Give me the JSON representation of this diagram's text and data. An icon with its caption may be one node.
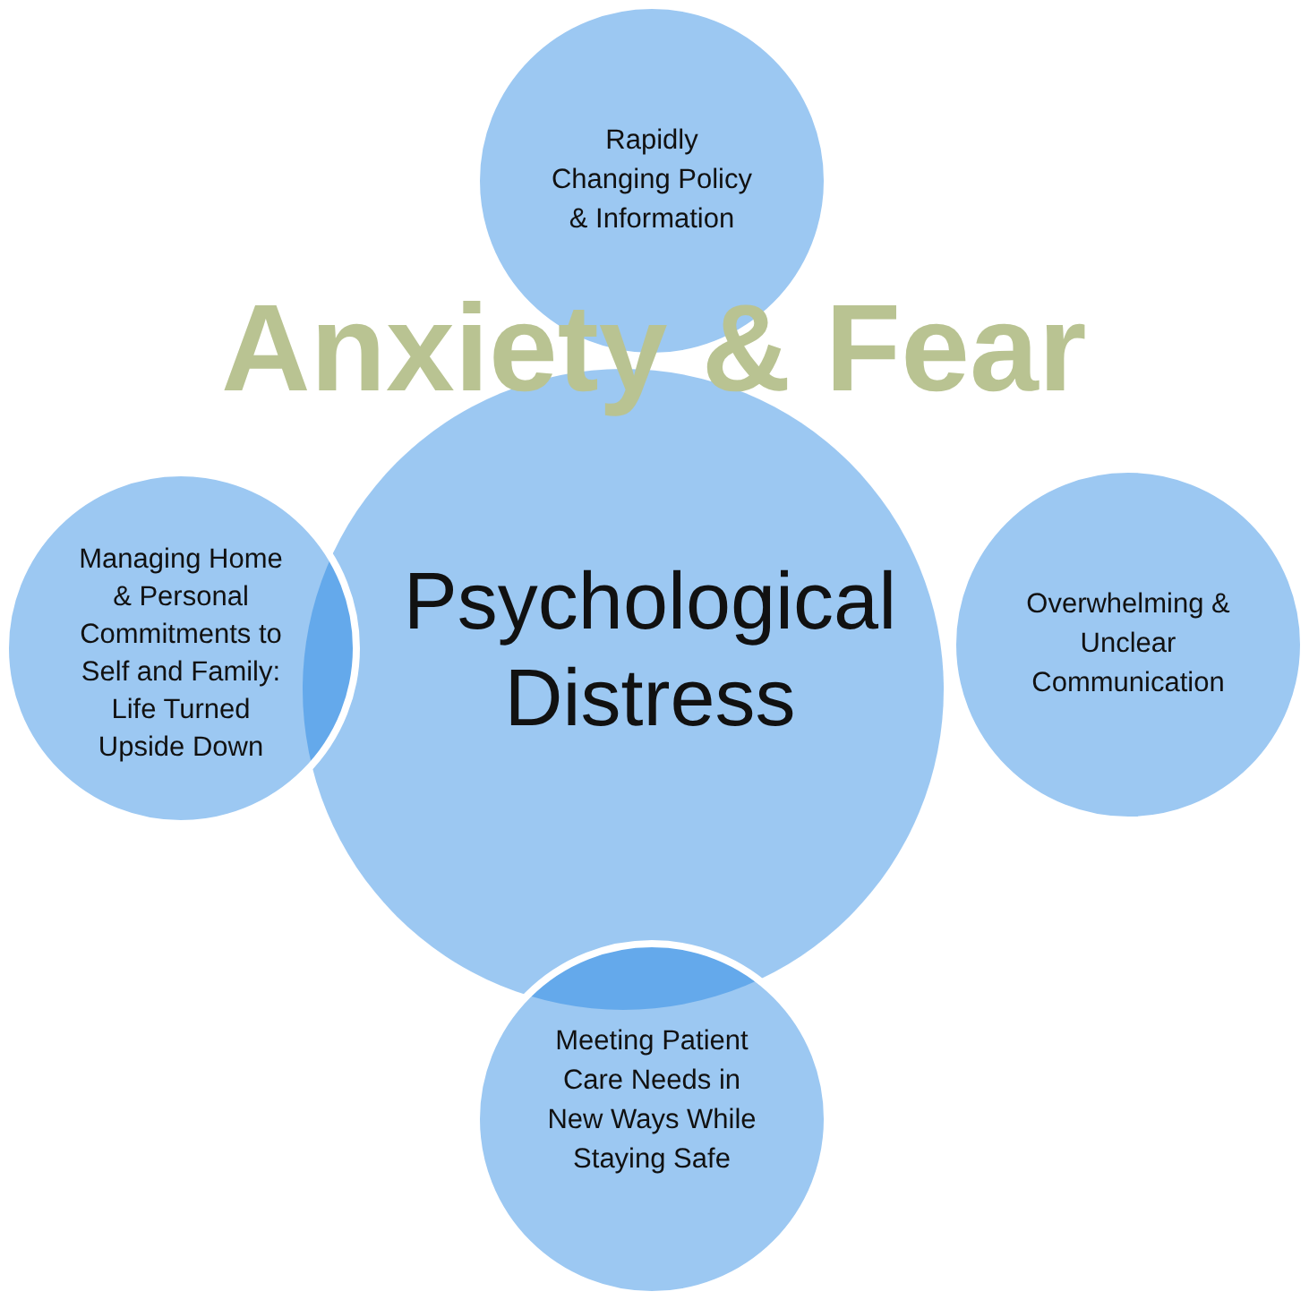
{
  "diagram": {
    "nodes": [
      {
        "text": [
          "Rapidly Changing Policy & Information"
        ]
      },
      {
        "text": [
          "Managing Home & Personal Commitments to Self and Family: Life Turned Upside Down"
        ]
      },
      {
        "text": [
          "Psychological Distress"
        ]
      },
      {
        "text": [
          "Overwhelming & Unclear Communication"
        ]
      },
      {
        "text": [
          "Meeting Patient Care Needs in New Ways While Staying Safe"
        ]
      }
    ],
    "labels": [
      "Anxiety & Fear"
    ]
  }
}
